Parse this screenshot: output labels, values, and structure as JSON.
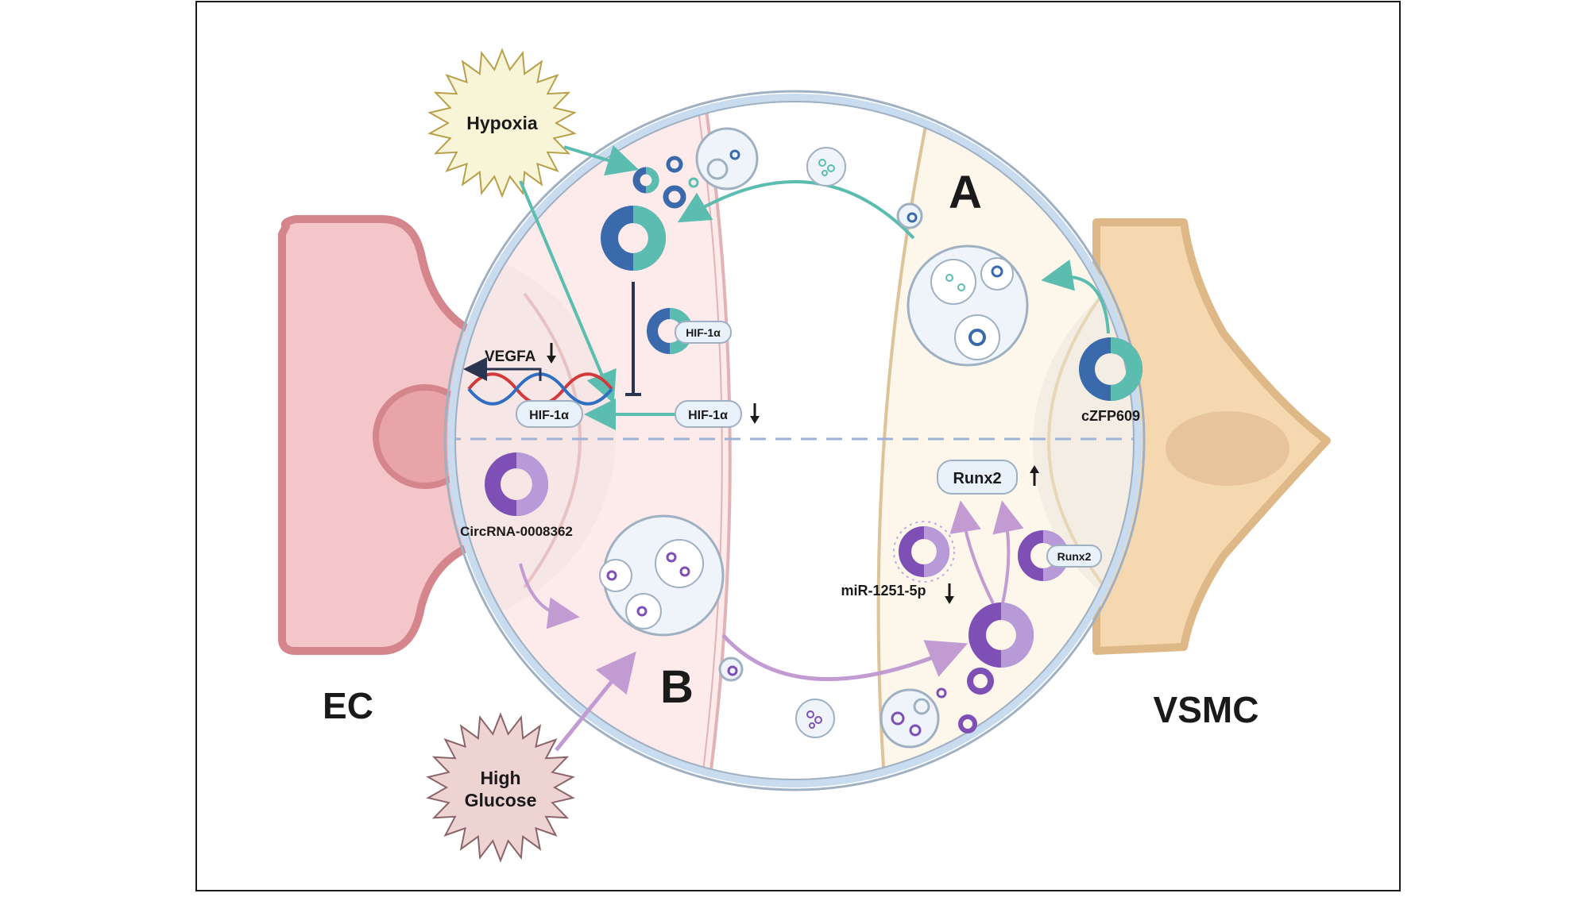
{
  "labels": {
    "section_a": "A",
    "section_b": "B",
    "ec": "EC",
    "vsmc": "VSMC",
    "hypoxia": "Hypoxia",
    "high_glucose_line1": "High",
    "high_glucose_line2": "Glucose",
    "vegfa": "VEGFA",
    "hif_dna": "HIF-1α",
    "hif_free": "HIF-1α",
    "hif_ring": "HIF-1α",
    "czfp609": "cZFP609",
    "circrna": "CircRNA-0008362",
    "runx2_box": "Runx2",
    "runx2_ring": "Runx2",
    "mir": "miR-1251-5p"
  },
  "colors": {
    "teal": "#5bbcb0",
    "blue_ring": "#3a6aab",
    "purple_dark": "#7e4fb5",
    "purple_light": "#b89ad8",
    "ec_cell": "#f4c6c9",
    "vsmc_cell": "#f5d8b0",
    "outer_ring": "#c9dcef"
  }
}
